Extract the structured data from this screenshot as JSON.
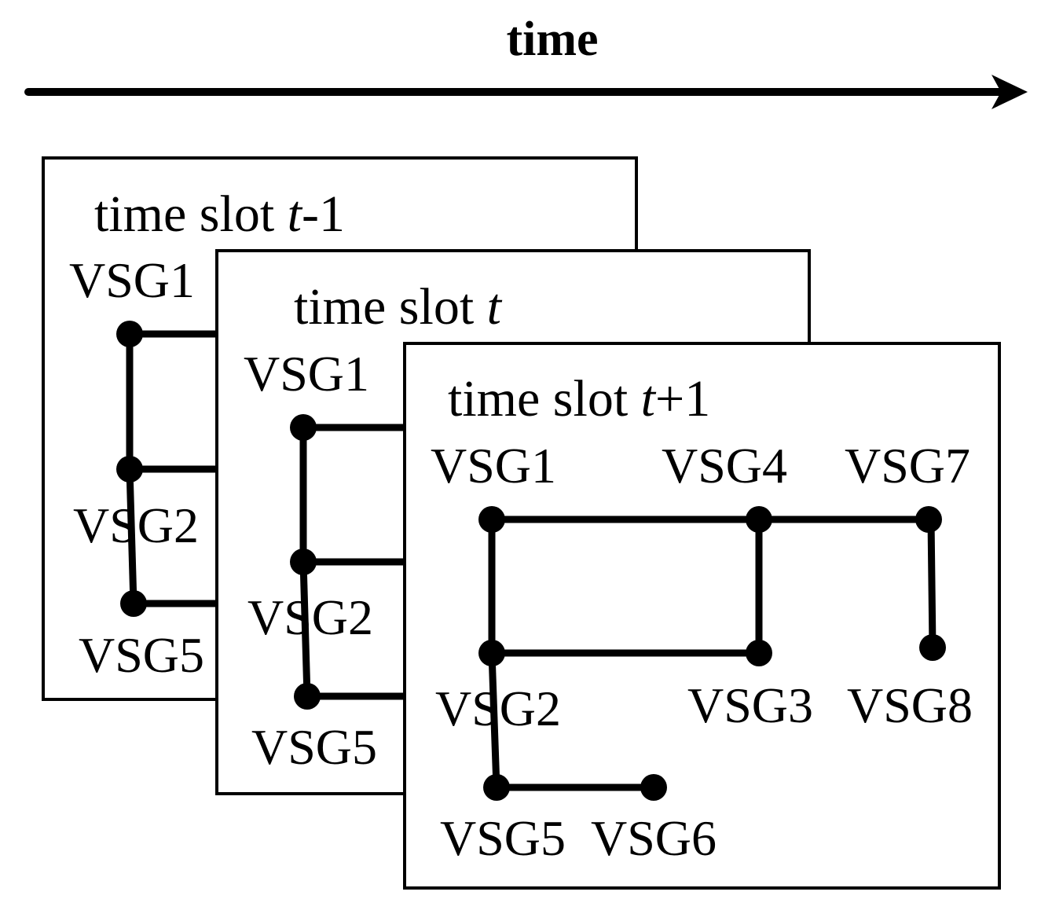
{
  "header": {
    "axis_label": "time"
  },
  "slots": [
    {
      "title_prefix": "time slot ",
      "title_var": "t",
      "title_suffix": "-1",
      "labels": {
        "vsg1": "VSG1",
        "vsg2": "VSG2",
        "vsg5": "VSG5"
      }
    },
    {
      "title_prefix": "time slot ",
      "title_var": "t",
      "title_suffix": "",
      "labels": {
        "vsg1": "VSG1",
        "vsg2": "VSG2",
        "vsg5": "VSG5"
      }
    },
    {
      "title_prefix": "time slot ",
      "title_var": "t",
      "title_suffix": "+1",
      "labels": {
        "vsg1": "VSG1",
        "vsg2": "VSG2",
        "vsg3": "VSG3",
        "vsg4": "VSG4",
        "vsg5": "VSG5",
        "vsg6": "VSG6",
        "vsg7": "VSG7",
        "vsg8": "VSG8"
      }
    }
  ]
}
